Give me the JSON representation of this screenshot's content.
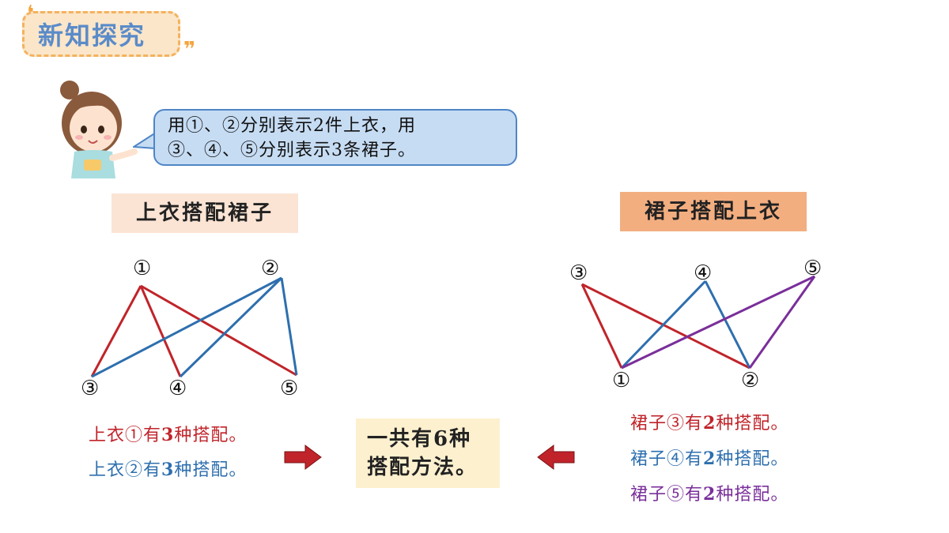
{
  "header": {
    "badge_label": "新知探究",
    "open_quote": "❛",
    "close_quote": "❞"
  },
  "speech": {
    "line1": "用①、②分别表示2件上衣，用",
    "line2": "③、④、⑤分别表示3条裙子。"
  },
  "left_panel": {
    "tag": "上衣搭配裙子",
    "top_labels": [
      "①",
      "②"
    ],
    "bottom_labels": [
      "③",
      "④",
      "⑤"
    ],
    "statements": [
      {
        "pre": "上衣①有",
        "num": "3",
        "post": "种搭配。",
        "color": "#c0242a"
      },
      {
        "pre": "上衣②有",
        "num": "3",
        "post": "种搭配。",
        "color": "#2e6fae"
      }
    ]
  },
  "right_panel": {
    "tag": "裙子搭配上衣",
    "top_labels": [
      "③",
      "④",
      "⑤"
    ],
    "bottom_labels": [
      "①",
      "②"
    ],
    "statements": [
      {
        "pre": "裙子③有",
        "num": "2",
        "post": "种搭配。",
        "color": "#c0242a"
      },
      {
        "pre": "裙子④有",
        "num": "2",
        "post": "种搭配。",
        "color": "#2e6fae"
      },
      {
        "pre": "裙子⑤有",
        "num": "2",
        "post": "种搭配。",
        "color": "#7a2f9a"
      }
    ]
  },
  "result": {
    "line1": "一共有6种",
    "line2": "搭配方法。"
  },
  "colors": {
    "red": "#c0242a",
    "blue": "#2e6fae",
    "purple": "#7a2f9a",
    "arrow": "#c0242a"
  }
}
